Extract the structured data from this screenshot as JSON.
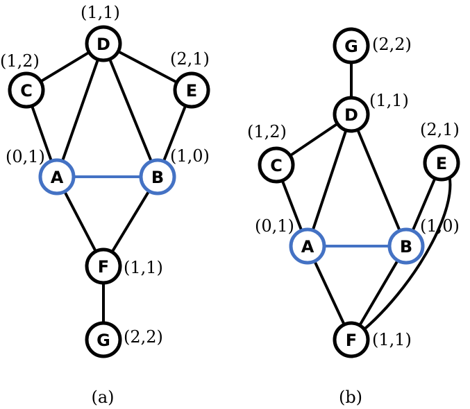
{
  "colors": {
    "node_stroke": "#000000",
    "highlight": "#4472C4",
    "background": "#ffffff"
  },
  "panels": [
    {
      "caption": "(a)",
      "nodes": [
        {
          "id": "D",
          "label": "D",
          "coord": "(1,1)",
          "highlight": false
        },
        {
          "id": "C",
          "label": "C",
          "coord": "(1,2)",
          "highlight": false
        },
        {
          "id": "E",
          "label": "E",
          "coord": "(2,1)",
          "highlight": false
        },
        {
          "id": "A",
          "label": "A",
          "coord": "(0,1)",
          "highlight": true
        },
        {
          "id": "B",
          "label": "B",
          "coord": "(1,0)",
          "highlight": true
        },
        {
          "id": "F",
          "label": "F",
          "coord": "(1,1)",
          "highlight": false
        },
        {
          "id": "G",
          "label": "G",
          "coord": "(2,2)",
          "highlight": false
        }
      ],
      "edges": [
        {
          "from": "D",
          "to": "C"
        },
        {
          "from": "D",
          "to": "E"
        },
        {
          "from": "D",
          "to": "A"
        },
        {
          "from": "D",
          "to": "B"
        },
        {
          "from": "C",
          "to": "A"
        },
        {
          "from": "E",
          "to": "B"
        },
        {
          "from": "A",
          "to": "B",
          "highlight": true
        },
        {
          "from": "A",
          "to": "F"
        },
        {
          "from": "B",
          "to": "F"
        },
        {
          "from": "F",
          "to": "G"
        }
      ]
    },
    {
      "caption": "(b)",
      "nodes": [
        {
          "id": "G",
          "label": "G",
          "coord": "(2,2)",
          "highlight": false
        },
        {
          "id": "D",
          "label": "D",
          "coord": "(1,1)",
          "highlight": false
        },
        {
          "id": "C",
          "label": "C",
          "coord": "(1,2)",
          "highlight": false
        },
        {
          "id": "E",
          "label": "E",
          "coord": "(2,1)",
          "highlight": false
        },
        {
          "id": "A",
          "label": "A",
          "coord": "(0,1)",
          "highlight": true
        },
        {
          "id": "B",
          "label": "B",
          "coord": "(1,0)",
          "highlight": true
        },
        {
          "id": "F",
          "label": "F",
          "coord": "(1,1)",
          "highlight": false
        }
      ],
      "edges": [
        {
          "from": "G",
          "to": "D"
        },
        {
          "from": "D",
          "to": "C"
        },
        {
          "from": "D",
          "to": "A"
        },
        {
          "from": "D",
          "to": "B"
        },
        {
          "from": "C",
          "to": "A"
        },
        {
          "from": "A",
          "to": "B",
          "highlight": true
        },
        {
          "from": "A",
          "to": "F"
        },
        {
          "from": "B",
          "to": "F"
        },
        {
          "from": "E",
          "to": "B"
        },
        {
          "from": "E",
          "to": "F",
          "curved": true
        }
      ]
    }
  ]
}
